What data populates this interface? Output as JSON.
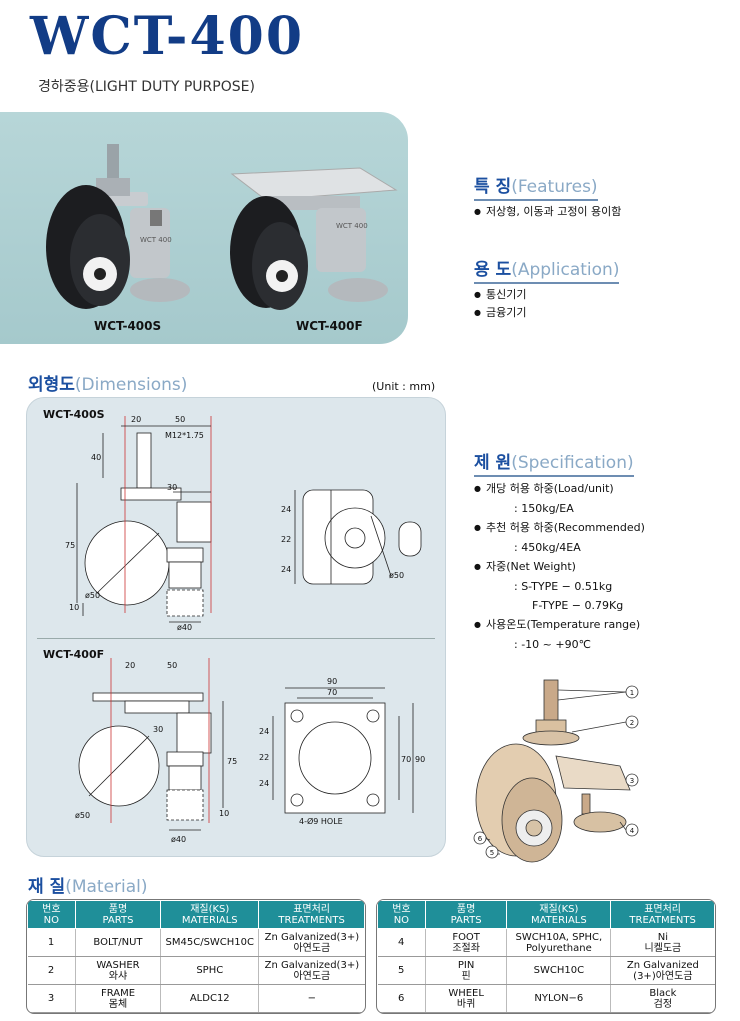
{
  "header": {
    "title": "WCT-400",
    "subtitle": "경하중용(LIGHT DUTY PURPOSE)"
  },
  "photos": {
    "left_label": "WCT-400S",
    "right_label": "WCT-400F",
    "product_stamp": "WCT 400"
  },
  "features": {
    "heading_ko": "특 징",
    "heading_en": "(Features)",
    "items": [
      "저상형, 이동과 고정이 용이함"
    ]
  },
  "application": {
    "heading_ko": "용 도",
    "heading_en": "(Application)",
    "items": [
      "통신기기",
      "금융기기"
    ]
  },
  "dimensions": {
    "heading_ko": "외형도",
    "heading_en": "(Dimensions)",
    "unit": "(Unit : mm)",
    "s_label": "WCT-400S",
    "f_label": "WCT-400F",
    "s_dims": {
      "d20": "20",
      "d50": "50",
      "m12": "M12*1.75",
      "d40v": "40",
      "d30": "30",
      "d75": "75",
      "d10": "10",
      "phi50": "ø50",
      "phi40": "ø40",
      "p24a": "24",
      "p22": "22",
      "p24b": "24",
      "phi50r": "ø50"
    },
    "f_dims": {
      "d20": "20",
      "d50": "50",
      "d30": "30",
      "d75": "75",
      "d10": "10",
      "phi50": "ø50",
      "phi40": "ø40",
      "w90": "90",
      "w70": "70",
      "p24a": "24",
      "p22": "22",
      "p24b": "24",
      "h70": "70",
      "h90": "90",
      "hole": "4-Ø9 HOLE"
    }
  },
  "specification": {
    "heading_ko": "제 원",
    "heading_en": "(Specification)",
    "load_label": "개당 허용 하중(Load/unit)",
    "load_value": ": 150kg/EA",
    "rec_label": "추천 허용 하중(Recommended)",
    "rec_value": ": 450kg/4EA",
    "weight_label": "자중(Net Weight)",
    "weight_s": ": S-TYPE − 0.51kg",
    "weight_f": "F-TYPE − 0.79Kg",
    "temp_label": "사용온도(Temperature range)",
    "temp_value": ": -10 ~ +90℃"
  },
  "assembly_callouts": [
    "1",
    "2",
    "3",
    "4",
    "5",
    "6"
  ],
  "material": {
    "heading_ko": "재 질",
    "heading_en": "(Material)",
    "headers": [
      {
        "ko": "번호",
        "en": "NO"
      },
      {
        "ko": "품명",
        "en": "PARTS"
      },
      {
        "ko": "재질(KS)",
        "en": "MATERIALS"
      },
      {
        "ko": "표면처리",
        "en": "TREATMENTS"
      }
    ],
    "left_rows": [
      {
        "no": "1",
        "part": "BOLT/NUT",
        "part_ko": "",
        "material": "SM45C/SWCH10C",
        "treatment": "Zn Galvanized(3+)",
        "treatment_ko": "아연도금"
      },
      {
        "no": "2",
        "part": "WASHER",
        "part_ko": "와샤",
        "material": "SPHC",
        "treatment": "Zn Galvanized(3+)",
        "treatment_ko": "아연도금"
      },
      {
        "no": "3",
        "part": "FRAME",
        "part_ko": "몸체",
        "material": "ALDC12",
        "treatment": "−",
        "treatment_ko": ""
      }
    ],
    "right_rows": [
      {
        "no": "4",
        "part": "FOOT",
        "part_ko": "조절좌",
        "material": "SWCH10A, SPHC,",
        "material2": "Polyurethane",
        "treatment": "Ni",
        "treatment_ko": "니켈도금"
      },
      {
        "no": "5",
        "part": "PIN",
        "part_ko": "핀",
        "material": "SWCH10C",
        "material2": "",
        "treatment": "Zn Galvanized",
        "treatment_ko": "(3+)아연도금"
      },
      {
        "no": "6",
        "part": "WHEEL",
        "part_ko": "바퀴",
        "material": "NYLON−6",
        "material2": "",
        "treatment": "Black",
        "treatment_ko": "검정"
      }
    ]
  },
  "colors": {
    "title": "#123c86",
    "section_heading": "#1b4fa0",
    "section_heading_en": "#8aa9c6",
    "photo_panel": "#aecfd2",
    "table_header": "#1f8f99",
    "dimension_panel": "#dde7ec"
  }
}
